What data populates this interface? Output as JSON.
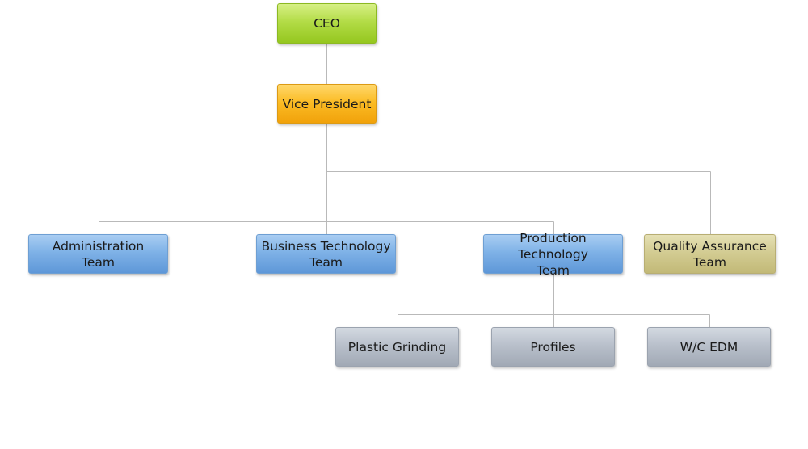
{
  "org_chart": {
    "ceo": {
      "label": "CEO",
      "color": "#a6d33c"
    },
    "vice_president": {
      "label": "Vice President",
      "color": "#f7b21b"
    },
    "teams": [
      {
        "label": "Administration\nTeam",
        "color": "#7fb2e7"
      },
      {
        "label": "Business Technology\nTeam",
        "color": "#7fb2e7"
      },
      {
        "label": "Production Technology\nTeam",
        "color": "#7fb2e7"
      },
      {
        "label": "Quality Assurance\nTeam",
        "color": "#d3cc93"
      }
    ],
    "production_units": [
      {
        "label": "Plastic Grinding",
        "color": "#b9c0cb"
      },
      {
        "label": "Profiles",
        "color": "#b9c0cb"
      },
      {
        "label": "W/C EDM",
        "color": "#b9c0cb"
      }
    ]
  }
}
